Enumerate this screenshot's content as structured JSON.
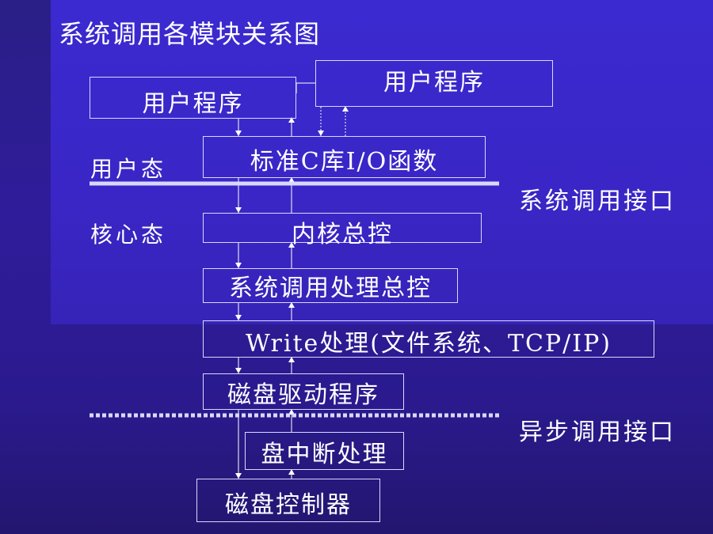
{
  "title": "系统调用各模块关系图",
  "boxes": {
    "user_program_1": "用户程序",
    "user_program_2": "用户程序",
    "stdlib_io": "标准C库I/O函数",
    "kernel_control": "内核总控",
    "syscall_control": "系统调用处理总控",
    "write_handler": "Write处理(文件系统、TCP/IP)",
    "disk_driver": "磁盘驱动程序",
    "disk_interrupt": "盘中断处理",
    "disk_controller": "磁盘控制器"
  },
  "labels": {
    "user_mode": "用户态",
    "kernel_mode": "核心态",
    "syscall_interface": "系统调用接口",
    "async_interface": "异步调用接口"
  },
  "colors": {
    "background": "#2a1f86",
    "panel": "#3a26c6",
    "text": "#ffffff",
    "box_border": "#d8d8ff",
    "boundary_line": "#d8d8ff"
  }
}
